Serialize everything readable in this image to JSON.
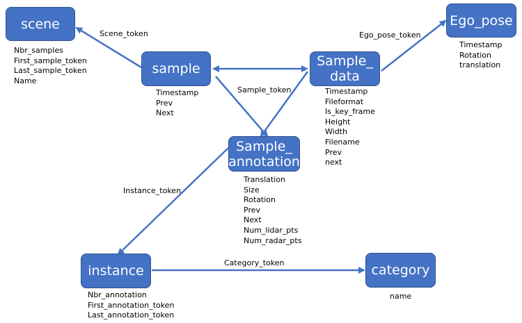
{
  "nodes": {
    "scene": {
      "label": "scene",
      "attributes": [
        "Nbr_samples",
        "First_sample_token",
        "Last_sample_token",
        "Name"
      ]
    },
    "sample": {
      "label": "sample",
      "attributes": [
        "Timestamp",
        "Prev",
        "Next"
      ]
    },
    "sample_data": {
      "label": "Sample_\ndata",
      "attributes": [
        "Timestamp",
        "Fileformat",
        "Is_key_frame",
        "Height",
        "Width",
        "Filename",
        "Prev",
        "next"
      ]
    },
    "ego_pose": {
      "label": "Ego_pose",
      "attributes": [
        "Timestamp",
        "Rotation",
        "translation"
      ]
    },
    "sample_annotation": {
      "label": "Sample_\nannotation",
      "attributes": [
        "Translation",
        "Size",
        "Rotation",
        "Prev",
        "Next",
        "Num_lidar_pts",
        "Num_radar_pts"
      ]
    },
    "instance": {
      "label": "instance",
      "attributes": [
        "Nbr_annotation",
        "First_annotation_token",
        "Last_annotation_token"
      ]
    },
    "category": {
      "label": "category",
      "attributes": [
        "name"
      ]
    }
  },
  "edges": {
    "scene_token": "Scene_token",
    "ego_pose_token": "Ego_pose_token",
    "sample_token": "Sample_token",
    "instance_token": "Instance_token",
    "category_token": "Category_token"
  },
  "colors": {
    "node_fill": "#4472c4",
    "node_border": "#2f528f",
    "arrow": "#4472c4"
  }
}
